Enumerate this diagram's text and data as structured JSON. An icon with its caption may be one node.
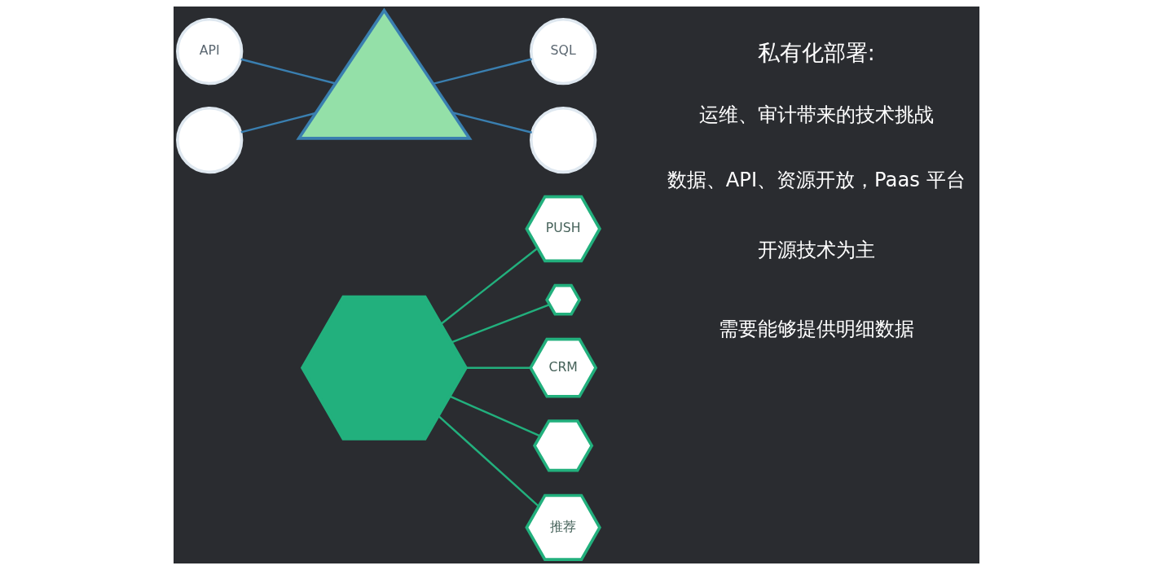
{
  "diagram": {
    "nodes": [
      {
        "text": [
          "API"
        ]
      },
      {
        "text": [],
        "shape": "triangle"
      },
      {
        "text": [
          "SQL"
        ]
      },
      {
        "text": [],
        "shape": "circle"
      },
      {
        "text": [],
        "shape": "circle"
      },
      {
        "text": [],
        "shape": "hexagon"
      },
      {
        "text": [
          "PUSH"
        ]
      },
      {
        "text": [],
        "shape": "hexagon"
      },
      {
        "text": [
          "CRM"
        ]
      },
      {
        "text": [],
        "shape": "hexagon"
      },
      {
        "text": [
          "推荐"
        ]
      }
    ],
    "edges": [
      {
        "from": 0,
        "to": 1,
        "arrow": "none"
      },
      {
        "from": 1,
        "to": 2,
        "arrow": "none"
      },
      {
        "from": 3,
        "to": 1,
        "arrow": "none"
      },
      {
        "from": 1,
        "to": 4,
        "arrow": "none"
      },
      {
        "from": 5,
        "to": 6,
        "arrow": "none"
      },
      {
        "from": 5,
        "to": 7,
        "arrow": "none"
      },
      {
        "from": 5,
        "to": 8,
        "arrow": "none"
      },
      {
        "from": 5,
        "to": 9,
        "arrow": "none"
      },
      {
        "from": 5,
        "to": 10,
        "arrow": "none"
      }
    ],
    "labels": [
      "私有化部署:",
      "运维、审计带来的技术挑战",
      "数据、API、资源开放，Paas 平台",
      "开源技术为主",
      "需要能够提供明细数据"
    ]
  }
}
